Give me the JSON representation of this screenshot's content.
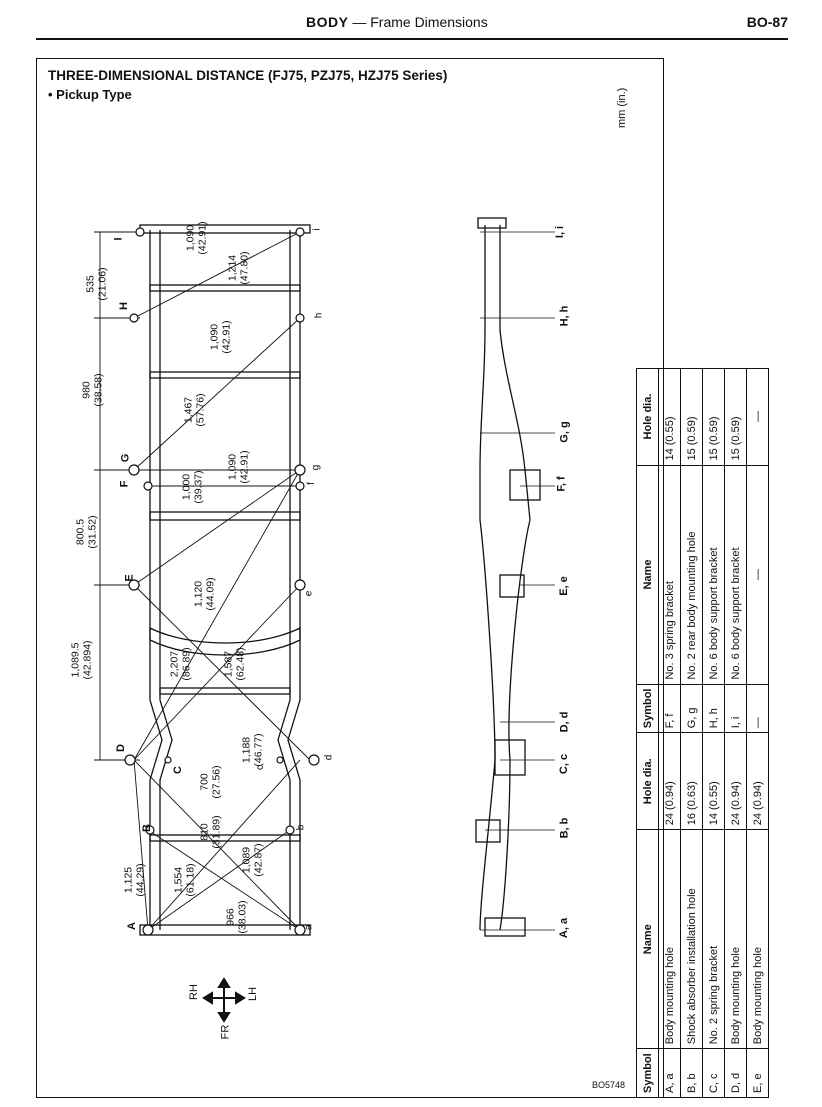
{
  "header": {
    "section": "BODY",
    "sep": "—",
    "topic": "Frame Dimensions",
    "page": "BO-87"
  },
  "title": "THREE-DIMENSIONAL DISTANCE (FJ75, PZJ75, HZJ75 Series)",
  "subtitle": "• Pickup Type",
  "unit": "mm (in.)",
  "figure_code": "BO5748",
  "direction": {
    "rh": "RH",
    "lh": "LH",
    "fr": "FR"
  },
  "side_labels": {
    "a": "A, a",
    "b": "B, b",
    "c": "C, c",
    "d": "D, d",
    "e": "E, e",
    "f": "F, f",
    "g": "G, g",
    "h": "H, h",
    "i": "I, i"
  },
  "plan_points": {
    "A": "A",
    "a": "a",
    "B": "B",
    "b": "b",
    "C": "C",
    "c": "c",
    "D": "D",
    "d": "d",
    "E": "E",
    "e": "e",
    "F": "F",
    "f": "f",
    "G": "G",
    "g": "g",
    "H": "H",
    "h": "h",
    "I": "I",
    "i": "i"
  },
  "dims": {
    "d1": "1,125",
    "d1i": "(44.29)",
    "d2": "1,554",
    "d2i": "(61.18)",
    "d3": "966",
    "d3i": "(38.03)",
    "d4": "810",
    "d4i": "(31.89)",
    "d5": "1,089",
    "d5i": "(42.87)",
    "d6": "700",
    "d6i": "(27.56)",
    "d7": "1,188",
    "d7i": "(46.77)",
    "d8": "1,089.5",
    "d8i": "(42.894)",
    "d9": "2,207",
    "d9i": "(86.89)",
    "d10": "1,587",
    "d10i": "(62.48)",
    "d11": "1,120",
    "d11i": "(44.09)",
    "d12": "800.5",
    "d12i": "(31.52)",
    "d13": "1,000",
    "d13i": "(39.37)",
    "d14": "1,090",
    "d14i": "(42.91)",
    "d15": "980",
    "d15i": "(38.58)",
    "d16": "1,467",
    "d16i": "(57.76)",
    "d17": "1,090",
    "d17i": "(42.91)",
    "d18": "535",
    "d18i": "(21.06)",
    "d19": "1,214",
    "d19i": "(47.80)",
    "d20": "1,090",
    "d20i": "(42.91)"
  },
  "table": {
    "headers": {
      "symbol": "Symbol",
      "name": "Name",
      "hole": "Hole dia."
    },
    "left": [
      {
        "symbol": "A, a",
        "name": "Body mounting hole",
        "hole": "24 (0.94)"
      },
      {
        "symbol": "B, b",
        "name": "Shock absorber installation hole",
        "hole": "16 (0.63)"
      },
      {
        "symbol": "C, c",
        "name": "No. 2 spring bracket",
        "hole": "14 (0.55)"
      },
      {
        "symbol": "D, d",
        "name": "Body mounting hole",
        "hole": "24 (0.94)"
      },
      {
        "symbol": "E, e",
        "name": "Body mounting hole",
        "hole": "24 (0.94)"
      }
    ],
    "right": [
      {
        "symbol": "F, f",
        "name": "No. 3 spring bracket",
        "hole": "14 (0.55)"
      },
      {
        "symbol": "G, g",
        "name": "No. 2 rear body mounting hole",
        "hole": "15 (0.59)"
      },
      {
        "symbol": "H, h",
        "name": "No. 6 body support bracket",
        "hole": "15 (0.59)"
      },
      {
        "symbol": "I, i",
        "name": "No. 6 body support bracket",
        "hole": "15 (0.59)"
      },
      {
        "symbol": "—",
        "name": "—",
        "hole": "—"
      }
    ]
  }
}
